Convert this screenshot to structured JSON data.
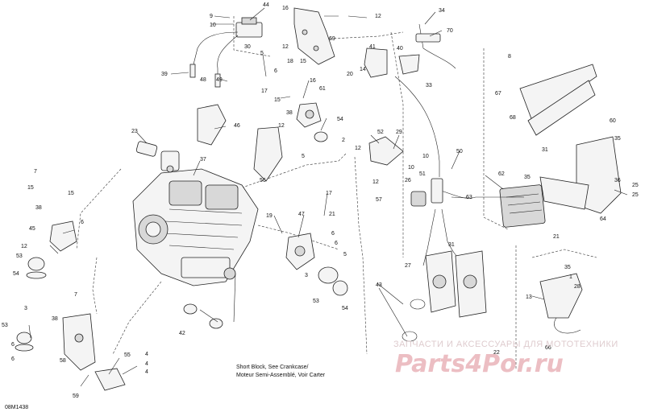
{
  "diagram_code": "08M1438",
  "callout_labels": [
    {
      "n": "44"
    },
    {
      "n": "9"
    },
    {
      "n": "10"
    },
    {
      "n": "30"
    },
    {
      "n": "16"
    },
    {
      "n": "12"
    },
    {
      "n": "12"
    },
    {
      "n": "34"
    },
    {
      "n": "70"
    },
    {
      "n": "69"
    },
    {
      "n": "41"
    },
    {
      "n": "40"
    },
    {
      "n": "5"
    },
    {
      "n": "6"
    },
    {
      "n": "18"
    },
    {
      "n": "15"
    },
    {
      "n": "20"
    },
    {
      "n": "14"
    },
    {
      "n": "39"
    },
    {
      "n": "48"
    },
    {
      "n": "49"
    },
    {
      "n": "33"
    },
    {
      "n": "8"
    },
    {
      "n": "16"
    },
    {
      "n": "61"
    },
    {
      "n": "17"
    },
    {
      "n": "15"
    },
    {
      "n": "67"
    },
    {
      "n": "68"
    },
    {
      "n": "54"
    },
    {
      "n": "60"
    },
    {
      "n": "46"
    },
    {
      "n": "38"
    },
    {
      "n": "12"
    },
    {
      "n": "23"
    },
    {
      "n": "2"
    },
    {
      "n": "52"
    },
    {
      "n": "29"
    },
    {
      "n": "37"
    },
    {
      "n": "12"
    },
    {
      "n": "5"
    },
    {
      "n": "10"
    },
    {
      "n": "10"
    },
    {
      "n": "50"
    },
    {
      "n": "31"
    },
    {
      "n": "35"
    },
    {
      "n": "56"
    },
    {
      "n": "7"
    },
    {
      "n": "15"
    },
    {
      "n": "12"
    },
    {
      "n": "51"
    },
    {
      "n": "26"
    },
    {
      "n": "57"
    },
    {
      "n": "63"
    },
    {
      "n": "62"
    },
    {
      "n": "35"
    },
    {
      "n": "17"
    },
    {
      "n": "25"
    },
    {
      "n": "25"
    },
    {
      "n": "36"
    },
    {
      "n": "15"
    },
    {
      "n": "64"
    },
    {
      "n": "38"
    },
    {
      "n": "19"
    },
    {
      "n": "47"
    },
    {
      "n": "21"
    },
    {
      "n": "21"
    },
    {
      "n": "45"
    },
    {
      "n": "6"
    },
    {
      "n": "6"
    },
    {
      "n": "6"
    },
    {
      "n": "12"
    },
    {
      "n": "31"
    },
    {
      "n": "53"
    },
    {
      "n": "5"
    },
    {
      "n": "27"
    },
    {
      "n": "54"
    },
    {
      "n": "35"
    },
    {
      "n": "3"
    },
    {
      "n": "7"
    },
    {
      "n": "43"
    },
    {
      "n": "1"
    },
    {
      "n": "28"
    },
    {
      "n": "13"
    },
    {
      "n": "53"
    },
    {
      "n": "54"
    },
    {
      "n": "3"
    },
    {
      "n": "38"
    },
    {
      "n": "42"
    },
    {
      "n": "53"
    },
    {
      "n": "22"
    },
    {
      "n": "66"
    },
    {
      "n": "4"
    },
    {
      "n": "6"
    },
    {
      "n": "55"
    },
    {
      "n": "6"
    },
    {
      "n": "4"
    },
    {
      "n": "58"
    },
    {
      "n": "59"
    },
    {
      "n": "4"
    }
  ],
  "notes": {
    "short_block_line1": "Short Block, See Crankcase/",
    "short_block_line2": "Moteur Semi-Assemblé, Voir Carter"
  },
  "watermark": {
    "line1": "ЗАПЧАСТИ И АКСЕССУАРЫ ДЛЯ МОТОТЕХНИКИ",
    "line2": "Parts4Por.ru",
    "color": "#e9b3b9"
  }
}
